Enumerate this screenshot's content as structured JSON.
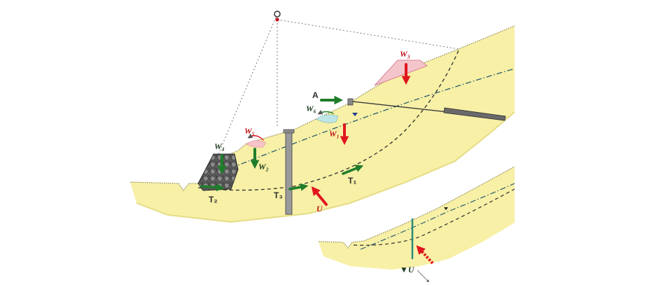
{
  "labels": {
    "w3": "W₃",
    "a": "A",
    "w6": "W₆",
    "w5": "W₅",
    "w1": "W₁",
    "w4": "W₄",
    "w2": "W₂",
    "t1": "T₁",
    "t2": "T₂",
    "t3": "T₃",
    "u_main": "U",
    "u_detail": "▼U"
  },
  "colors": {
    "soil": "#f7f0a6",
    "soil_edge": "#b8ad5a",
    "surcharge": "#f4c6cc",
    "rock": "#5b5b5b",
    "green_force": "#1e7d2a",
    "red_force": "#e0161f",
    "slip_line": "#2f2f2f",
    "water_line": "#2a5c6e",
    "construction": "#6e6e6e"
  }
}
